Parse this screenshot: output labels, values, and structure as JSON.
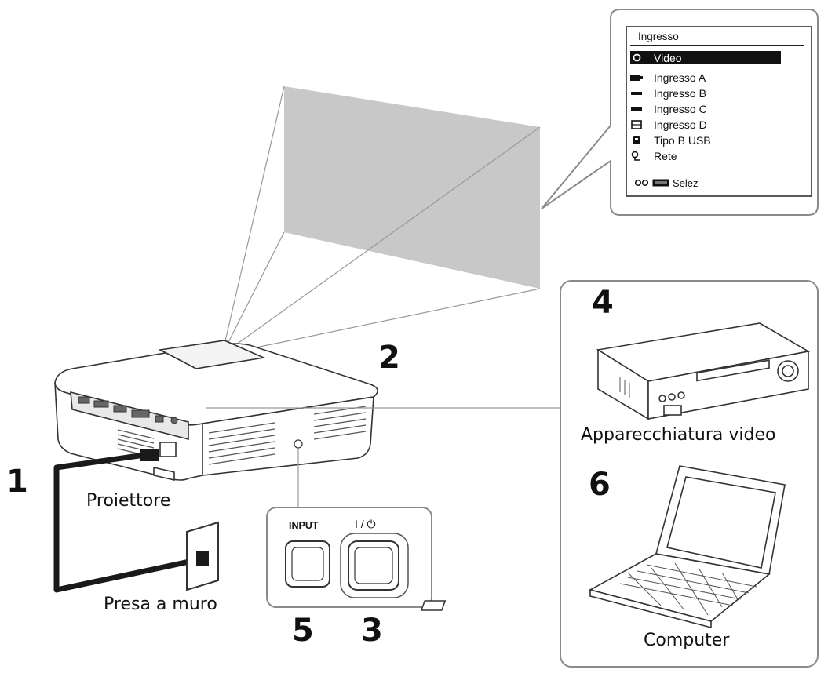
{
  "menu": {
    "title": "Ingresso",
    "items": [
      {
        "label": "Video",
        "icon": "radio-circle-icon",
        "selected": true
      },
      {
        "label": "Ingresso A",
        "icon": "hdmi-icon",
        "selected": false
      },
      {
        "label": "Ingresso B",
        "icon": "dash-icon",
        "selected": false
      },
      {
        "label": "Ingresso C",
        "icon": "dash-icon",
        "selected": false
      },
      {
        "label": "Ingresso D",
        "icon": "monitor-icon",
        "selected": false
      },
      {
        "label": "Tipo B USB",
        "icon": "usb-icon",
        "selected": false
      },
      {
        "label": "Rete",
        "icon": "network-icon",
        "selected": false
      }
    ],
    "footer": {
      "label": "Selez",
      "icons": [
        "arrows-icon",
        "enter-key-icon"
      ]
    }
  },
  "steps": {
    "s1": "1",
    "s2": "2",
    "s3": "3",
    "s4": "4",
    "s5": "5",
    "s6": "6"
  },
  "labels": {
    "projector": "Proiettore",
    "wall_outlet": "Presa a muro",
    "video_equipment": "Apparecchiatura video",
    "computer": "Computer"
  },
  "buttons": {
    "input_label": "INPUT",
    "power_label": "I / ⏻"
  },
  "colors": {
    "screen_gray": "#c7c7c7",
    "outline": "#8a8a8a",
    "cable": "#1a1a1a"
  }
}
